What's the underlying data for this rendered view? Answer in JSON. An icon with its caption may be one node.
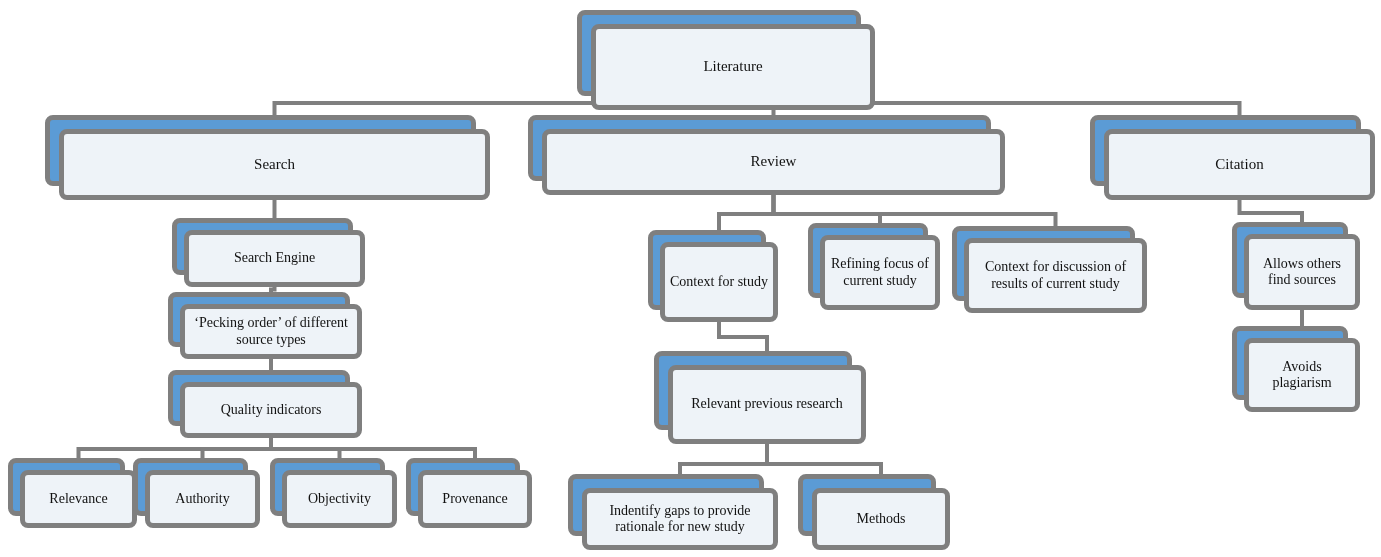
{
  "diagram": {
    "nodes": [
      {
        "text": [
          "Literature"
        ]
      },
      {
        "text": [
          "Search"
        ]
      },
      {
        "text": [
          "Review"
        ]
      },
      {
        "text": [
          "Citation"
        ]
      },
      {
        "text": [
          "Search Engine"
        ]
      },
      {
        "text": [
          "‘Pecking order’ of different source types"
        ]
      },
      {
        "text": [
          "Quality indicators"
        ]
      },
      {
        "text": [
          "Relevance"
        ]
      },
      {
        "text": [
          "Authority"
        ]
      },
      {
        "text": [
          "Objectivity"
        ]
      },
      {
        "text": [
          "Provenance"
        ]
      },
      {
        "text": [
          "Context for study"
        ]
      },
      {
        "text": [
          "Refining focus of current study"
        ]
      },
      {
        "text": [
          "Context for discussion of results of current study"
        ]
      },
      {
        "text": [
          "Allows others find sources"
        ]
      },
      {
        "text": [
          "Avoids plagiarism"
        ]
      },
      {
        "text": [
          "Relevant previous research"
        ]
      },
      {
        "text": [
          "Indentify gaps to provide rationale for new study"
        ]
      },
      {
        "text": [
          "Methods"
        ]
      }
    ],
    "edges": [
      {
        "from": 0,
        "to": 1,
        "arrow": "none"
      },
      {
        "from": 0,
        "to": 2,
        "arrow": "none"
      },
      {
        "from": 0,
        "to": 3,
        "arrow": "none"
      },
      {
        "from": 1,
        "to": 4,
        "arrow": "none"
      },
      {
        "from": 4,
        "to": 5,
        "arrow": "none"
      },
      {
        "from": 5,
        "to": 6,
        "arrow": "none"
      },
      {
        "from": 6,
        "to": 7,
        "arrow": "none"
      },
      {
        "from": 6,
        "to": 8,
        "arrow": "none"
      },
      {
        "from": 6,
        "to": 9,
        "arrow": "none"
      },
      {
        "from": 6,
        "to": 10,
        "arrow": "none"
      },
      {
        "from": 2,
        "to": 11,
        "arrow": "none"
      },
      {
        "from": 2,
        "to": 12,
        "arrow": "none"
      },
      {
        "from": 2,
        "to": 13,
        "arrow": "none"
      },
      {
        "from": 3,
        "to": 14,
        "arrow": "none"
      },
      {
        "from": 14,
        "to": 15,
        "arrow": "none"
      },
      {
        "from": 11,
        "to": 16,
        "arrow": "none"
      },
      {
        "from": 16,
        "to": 17,
        "arrow": "none"
      },
      {
        "from": 16,
        "to": 18,
        "arrow": "none"
      }
    ]
  }
}
